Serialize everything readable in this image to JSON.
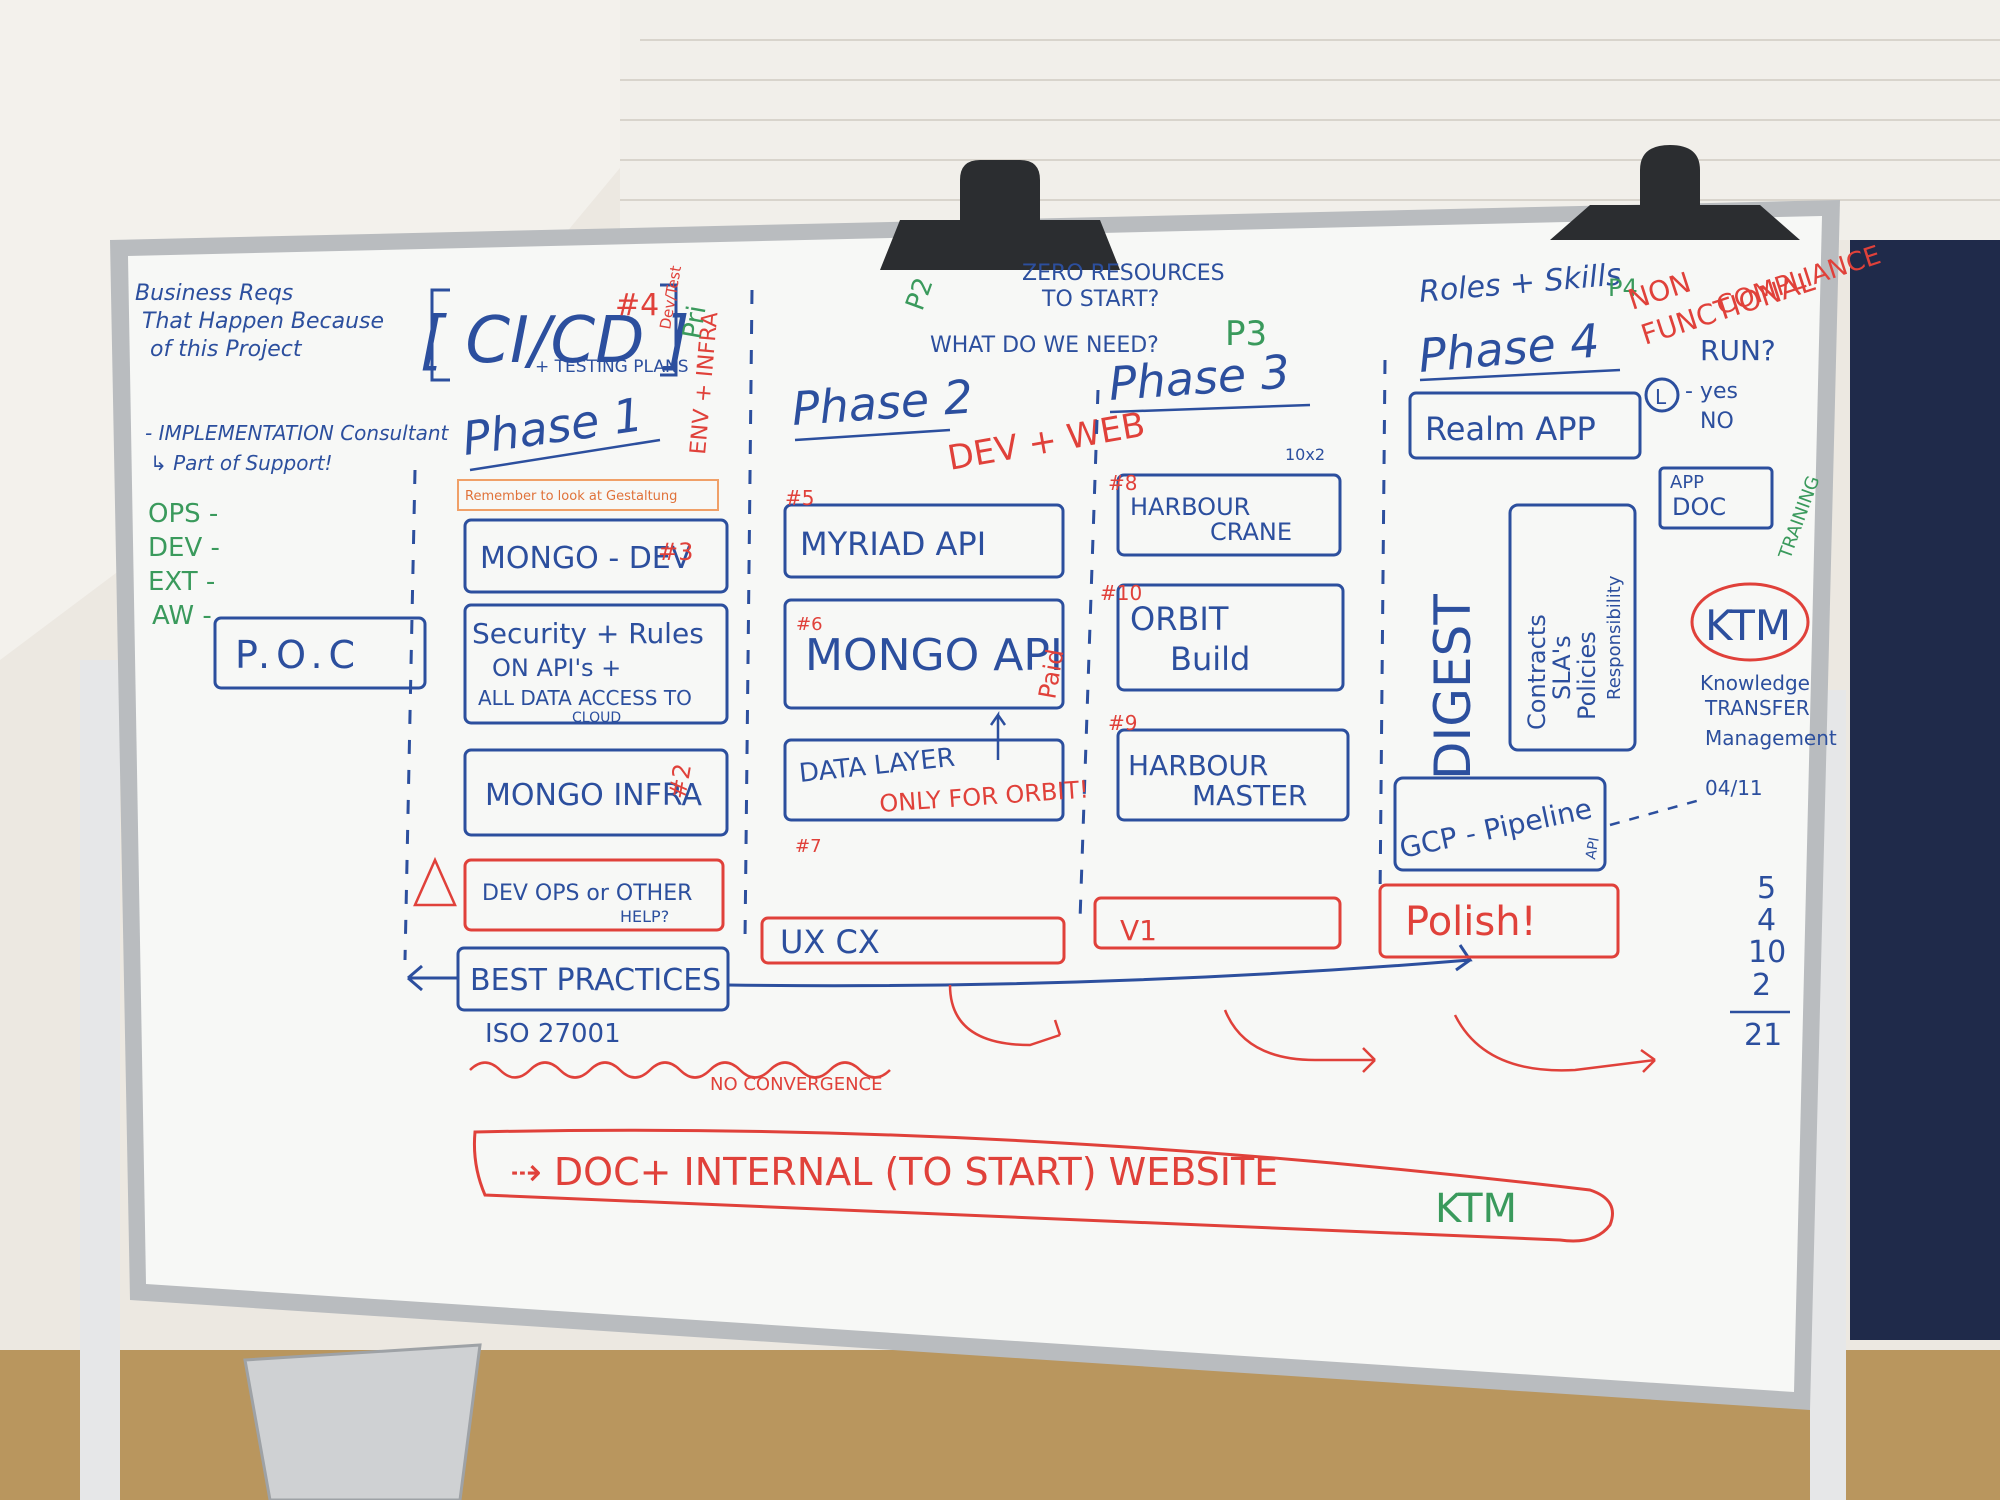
{
  "colors": {
    "blue": "#2c4f9e",
    "red": "#e0413a",
    "green": "#3a9a5c",
    "board": "#f7f8f6",
    "frame": "#b9bcbf"
  },
  "icons": [
    "binder-clip-icon",
    "warning-triangle-icon",
    "arrow-icon"
  ],
  "left": {
    "business_reqs": [
      "Business Reqs",
      "That Happen Because",
      "of this Project"
    ],
    "implementation": [
      "- IMPLEMENTATION Consultant",
      "↳ Part of Support!"
    ],
    "teams": [
      "OPS -",
      "DEV -",
      "EXT -",
      "AW -"
    ],
    "poc": "P.O.C"
  },
  "top": {
    "cicd": "[ CI/CD ]",
    "cicd_num": "#4",
    "testing": "+ TESTING PLANS",
    "dev_test": "Dev/Test",
    "env_infra": "ENV + INFRA",
    "ptr": "Pri",
    "zero": [
      "ZERO RESOURCES",
      "TO START?"
    ],
    "what_need": "WHAT DO WE NEED?",
    "roles": "Roles + Skills",
    "p2_tag": "P2",
    "p3_tag": "P3",
    "p4_tag": "P4",
    "nonfunc": [
      "NON",
      "FUNCTIONAL",
      "COMPLIANCE"
    ],
    "run": "RUN?",
    "yes": "- yes",
    "no": "NO",
    "run_circle": "L"
  },
  "phases": [
    "Phase 1",
    "Phase 2",
    "Phase 3",
    "Phase 4"
  ],
  "dev_web": "DEV + WEB",
  "phase1": {
    "note": "Remember to look at Gestaltung",
    "mongo_dev": "MONGO - DEV",
    "mongo_dev_num": "#3",
    "security": [
      "Security + Rules",
      "ON API's +",
      "ALL   DATA ACCESS TO",
      "CLOUD"
    ],
    "mongo_infra": "MONGO  INFRA",
    "mongo_infra_num": "#2",
    "devops": [
      "DEV OPS or OTHER",
      "HELP?"
    ],
    "best": "BEST PRACTICES",
    "iso": "ISO 27001",
    "no_convergence": "NO CONVERGENCE"
  },
  "phase2": {
    "myriad": "MYRIAD API",
    "myriad_num": "#5",
    "mongo_api": "MONGO API",
    "mongo_api_num": "#6",
    "paid": "Paid",
    "data_layer": "DATA LAYER",
    "only_orbit": "ONLY FOR ORBIT!",
    "data_num": "#7",
    "uxcx": "UX CX"
  },
  "phase3": {
    "harbour_crane": [
      "HARBOUR",
      "CRANE"
    ],
    "crane_num": "#8",
    "crane_tag": "10x2",
    "orbit": [
      "ORBIT",
      "Build"
    ],
    "orbit_num": "#10",
    "harbour_master": [
      "HARBOUR",
      "MASTER"
    ],
    "master_num": "#9",
    "v1": "V1"
  },
  "phase4": {
    "realm": "Realm APP",
    "digest": "DIGEST",
    "contracts": [
      "Contracts",
      "SLA's",
      "Policies",
      "Responsibility"
    ],
    "gcp": "GCP - Pipeline",
    "api": "API",
    "polish": "Polish!"
  },
  "right": {
    "app_doc": [
      "APP",
      "DOC"
    ],
    "training": "TRAINING",
    "ktm": "KTM",
    "ktm_desc": [
      "Knowledge",
      "TRANSFER",
      "Management"
    ],
    "date": "04/11",
    "tally": [
      "5",
      "4",
      "10",
      "2",
      "21"
    ]
  },
  "bottom": {
    "doc": "⇢ DOC+   INTERNAL (TO START) WEBSITE",
    "ktm": "KTM"
  }
}
